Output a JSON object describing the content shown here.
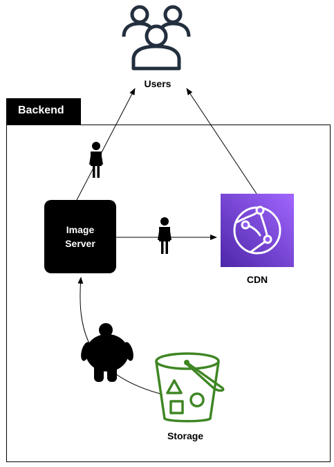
{
  "nodes": {
    "users": {
      "label": "Users",
      "icon": "users-group-icon"
    },
    "backend": {
      "label": "Backend"
    },
    "image_server": {
      "line1": "Image",
      "line2": "Server"
    },
    "cdn": {
      "label": "CDN",
      "icon": "cloudfront-icon"
    },
    "storage": {
      "label": "Storage",
      "icon": "s3-bucket-icon"
    }
  },
  "colors": {
    "cdn_gradient_start": "#4d27a8",
    "cdn_gradient_end": "#a166ff",
    "storage_green": "#3f8624",
    "users_stroke": "#232f3e"
  },
  "edges": [
    {
      "from": "image_server",
      "to": "users",
      "marker": "thin-person-icon"
    },
    {
      "from": "cdn",
      "to": "users"
    },
    {
      "from": "image_server",
      "to": "cdn",
      "marker": "thin-person-icon"
    },
    {
      "from": "storage",
      "to": "image_server",
      "marker": "fat-person-icon"
    }
  ]
}
